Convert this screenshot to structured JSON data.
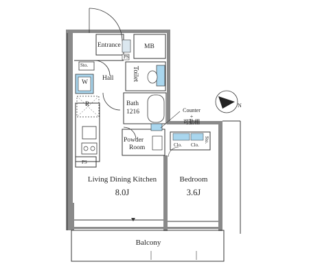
{
  "rooms": {
    "entrance": "Entrance",
    "mb": "MB",
    "sto": "Sto.",
    "hall": "Hall",
    "toilet": "Toilet",
    "washer": "W",
    "refrigerator": "R",
    "bath_name": "Bath",
    "bath_size": "1216",
    "powder_room_line1": "Powder",
    "powder_room_line2": "Room",
    "ps_entrance": "PS",
    "ps_kitchen": "PS",
    "ldk_name": "Living Dining Kitchen",
    "ldk_size": "8.0J",
    "bedroom_name": "Bedroom",
    "bedroom_size": "3.6J",
    "closet_1": "Clo.",
    "closet_2": "Clo.",
    "bedroom_sto": "Sto.",
    "balcony": "Balcony"
  },
  "annotation": {
    "counter_line1": "Counter",
    "counter_line2": "+",
    "counter_line3": "可動棚"
  },
  "compass": {
    "label": "N"
  },
  "colors": {
    "wall": "#8a8a8a",
    "line": "#333333",
    "fixture_blue": "#a9d6ee",
    "fixture_fill": "#dbe7ef"
  }
}
